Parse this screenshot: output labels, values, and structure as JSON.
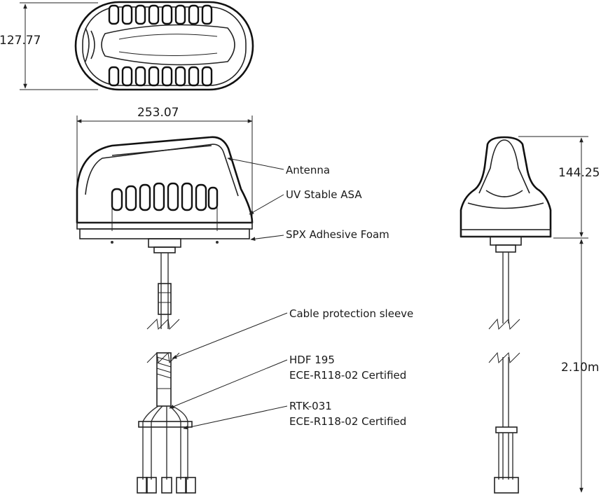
{
  "dimensions": {
    "top_height": "127.77",
    "front_width": "253.07",
    "side_height": "144.25",
    "cable_length": "2.10m"
  },
  "callouts": {
    "antenna": "Antenna",
    "uv_stable": "UV Stable ASA",
    "spx_foam": "SPX Adhesive Foam",
    "cable_sleeve": "Cable protection sleeve",
    "hdf_line1": "HDF 195",
    "hdf_line2": "ECE-R118-02 Certified",
    "rtk_line1": "RTK-031",
    "rtk_line2": "ECE-R118-02 Certified"
  }
}
